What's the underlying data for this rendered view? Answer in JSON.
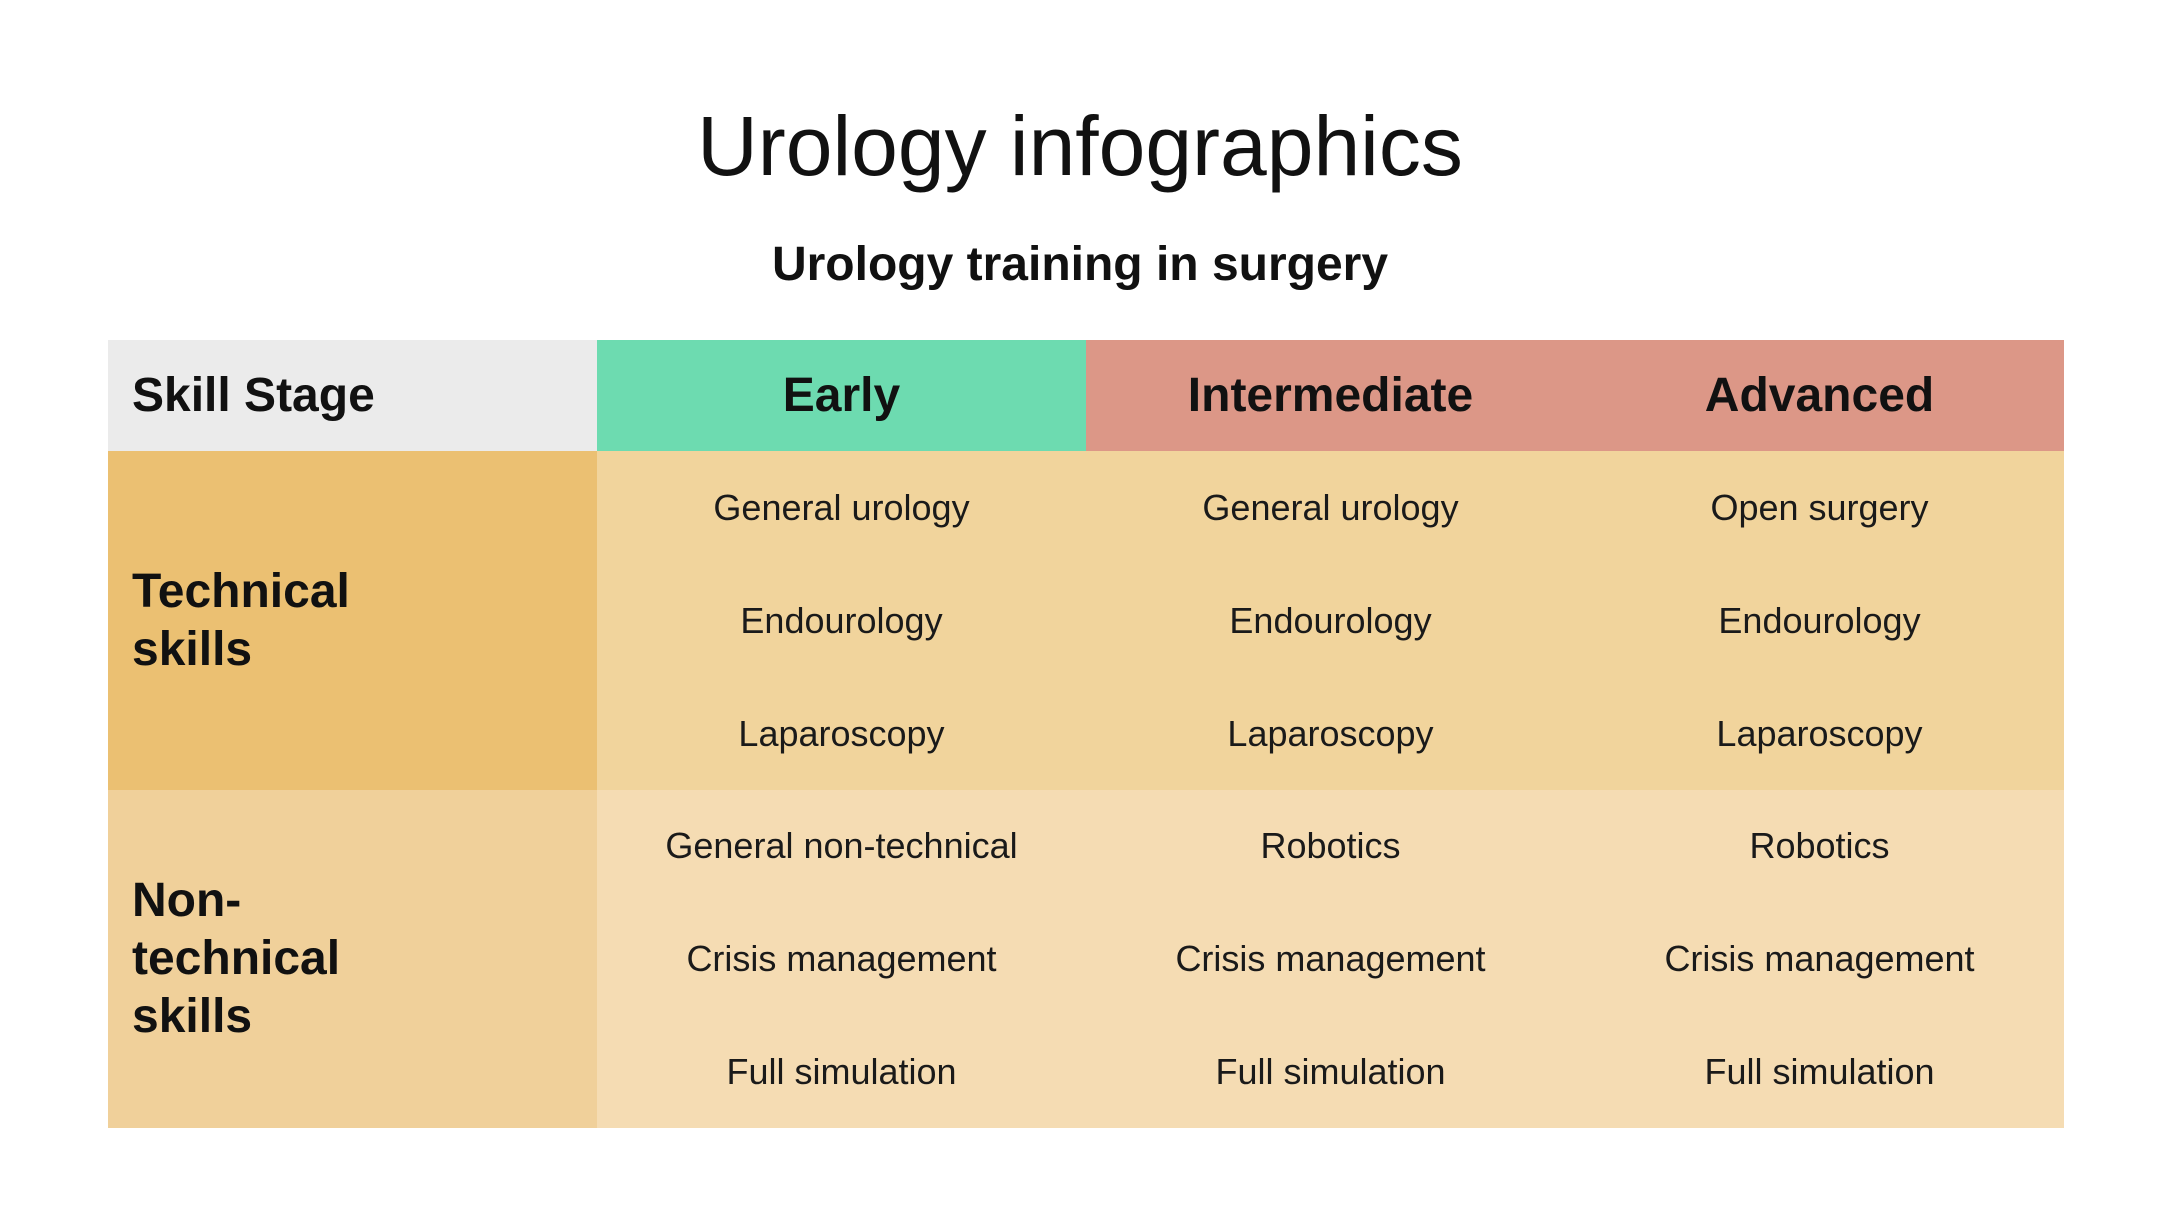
{
  "title": "Urology infographics",
  "subtitle": "Urology training in surgery",
  "colors": {
    "header_label_bg": "#ebebeb",
    "early_bg": "#6ddbb0",
    "intermediate_bg": "#dc9787",
    "advanced_bg": "#dc9787",
    "technical_label_bg": "#ebc072",
    "technical_row_bg": "#f1d49c",
    "nontechnical_label_bg": "#f0d09a",
    "nontechnical_row_bg": "#f5dcb3"
  },
  "table": {
    "header_label": "Skill Stage",
    "columns": [
      "Early",
      "Intermediate",
      "Advanced"
    ],
    "rows": [
      {
        "label_lines": [
          "Technical",
          "skills"
        ],
        "cells": [
          [
            "General urology",
            "Endourology",
            "Laparoscopy"
          ],
          [
            "General urology",
            "Endourology",
            "Laparoscopy"
          ],
          [
            "Open surgery",
            "Endourology",
            "Laparoscopy"
          ]
        ]
      },
      {
        "label_lines": [
          "Non-",
          "technical",
          "skills"
        ],
        "cells": [
          [
            "General non-technical",
            "Crisis management",
            "Full simulation"
          ],
          [
            "Robotics",
            "Crisis management",
            "Full simulation"
          ],
          [
            "Robotics",
            "Crisis management",
            "Full simulation"
          ]
        ]
      }
    ]
  }
}
